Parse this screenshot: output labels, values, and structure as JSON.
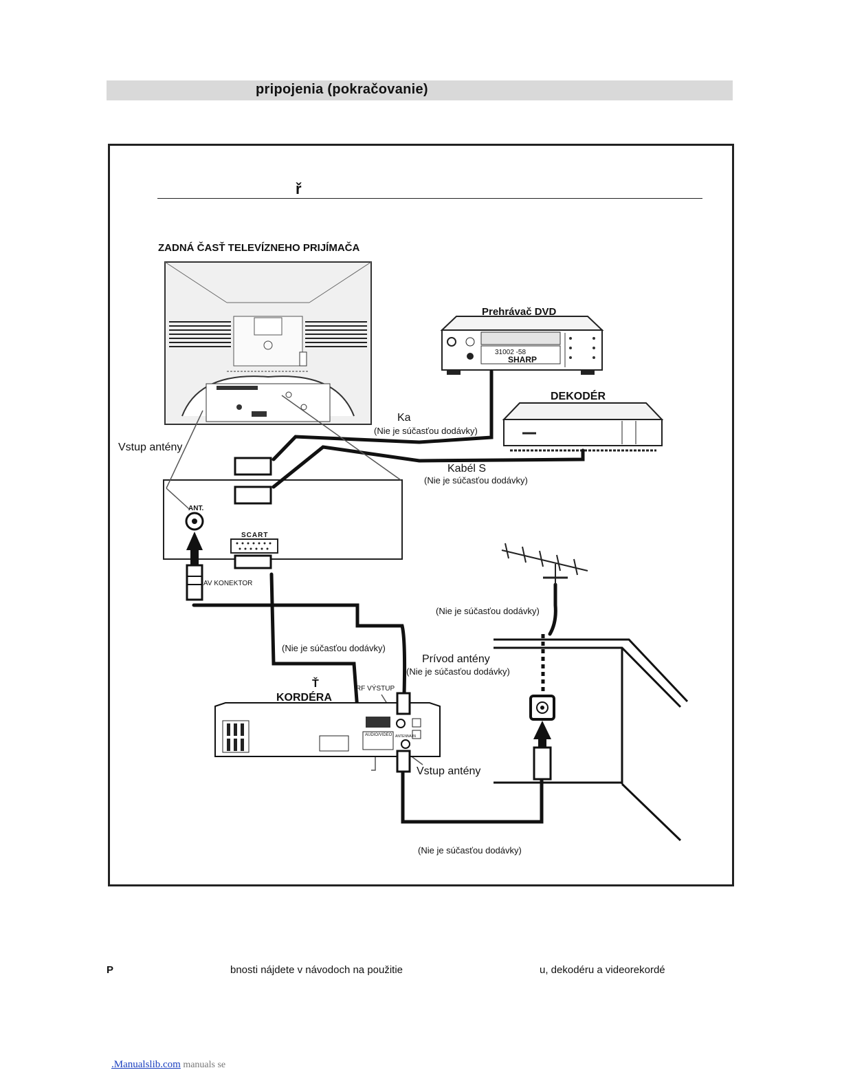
{
  "header": {
    "title": "pripojenia  (pokračovanie)"
  },
  "panel": {
    "heading": "ř"
  },
  "labels": {
    "tv_back": "ZADNÁ  ČASŤ TELEVÍZNEHO PRIJÍMAČA",
    "dvd": "Prehrávač DVD",
    "dvd_brand": "SHARP",
    "dvd_display": "31002     -58",
    "decoder": "DEKODÉR",
    "cable_ka": "Ka",
    "not_supplied": "(Nie je súčasťou dodávky)",
    "antenna_input": "Vstup antény",
    "cable_s": "Kabél S",
    "ant_jack": "ANT.",
    "scart": "SCART",
    "av_connector": "AV KONEKTOR",
    "antenna_feed": "Prívod antény",
    "recorder_line1": "Ť",
    "recorder_line2": "KORDÉRA",
    "rf_output": "RF VÝSTUP",
    "audio_video": "AUDIO/VIDEO",
    "antenna_in_small": "ANTENNA IN"
  },
  "footer": {
    "part1": "P",
    "part2": "bnosti nájdete v návodoch na použitie",
    "part3": "u, dekodéru a videorekordé"
  },
  "source": {
    "site": ".Manualslib.com",
    "rest": " manuals se"
  }
}
